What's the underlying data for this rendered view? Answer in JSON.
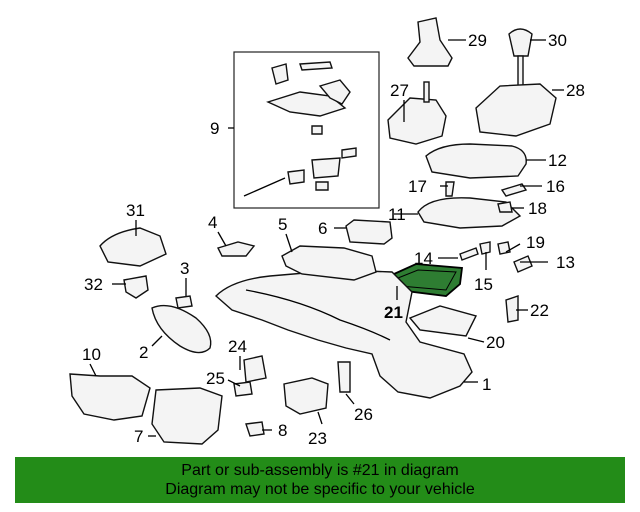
{
  "callouts": [
    {
      "id": "1",
      "label": "1"
    },
    {
      "id": "2",
      "label": "2"
    },
    {
      "id": "3",
      "label": "3"
    },
    {
      "id": "4",
      "label": "4"
    },
    {
      "id": "5",
      "label": "5"
    },
    {
      "id": "6",
      "label": "6"
    },
    {
      "id": "7",
      "label": "7"
    },
    {
      "id": "8",
      "label": "8"
    },
    {
      "id": "9",
      "label": "9"
    },
    {
      "id": "10",
      "label": "10"
    },
    {
      "id": "11",
      "label": "11"
    },
    {
      "id": "12",
      "label": "12"
    },
    {
      "id": "13",
      "label": "13"
    },
    {
      "id": "14",
      "label": "14"
    },
    {
      "id": "15",
      "label": "15"
    },
    {
      "id": "16",
      "label": "16"
    },
    {
      "id": "17",
      "label": "17"
    },
    {
      "id": "18",
      "label": "18"
    },
    {
      "id": "19",
      "label": "19"
    },
    {
      "id": "20",
      "label": "20"
    },
    {
      "id": "21",
      "label": "21"
    },
    {
      "id": "22",
      "label": "22"
    },
    {
      "id": "23",
      "label": "23"
    },
    {
      "id": "24",
      "label": "24"
    },
    {
      "id": "25",
      "label": "25"
    },
    {
      "id": "26",
      "label": "26"
    },
    {
      "id": "27",
      "label": "27"
    },
    {
      "id": "28",
      "label": "28"
    },
    {
      "id": "29",
      "label": "29"
    },
    {
      "id": "30",
      "label": "30"
    },
    {
      "id": "31",
      "label": "31"
    },
    {
      "id": "32",
      "label": "32"
    }
  ],
  "highlight": {
    "part": "21",
    "color": "#2e7d32"
  },
  "banner": {
    "line1": "Part or sub-assembly is #21 in diagram",
    "line2": "Diagram may not be specific to your vehicle",
    "color": "#238c18"
  }
}
